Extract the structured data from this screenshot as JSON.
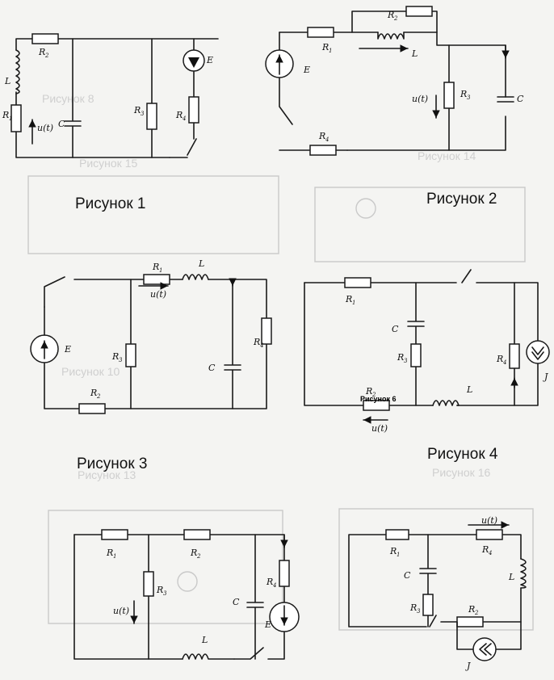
{
  "figures": [
    {
      "caption": "Рисунок 1",
      "labels": {
        "L": "L",
        "R1": "R",
        "R1s": "1",
        "R2": "R",
        "R2s": "2",
        "R3": "R",
        "R3s": "3",
        "R4": "R",
        "R4s": "4",
        "C": "C",
        "E": "E",
        "u": "u(t)"
      }
    },
    {
      "caption": "Рисунок 2",
      "labels": {
        "L": "L",
        "R1": "R",
        "R1s": "1",
        "R2": "R",
        "R2s": "2",
        "R3": "R",
        "R3s": "3",
        "R4": "R",
        "R4s": "4",
        "C": "C",
        "E": "E",
        "u": "u(t)"
      }
    },
    {
      "caption": "Рисунок 3",
      "labels": {
        "L": "L",
        "R1": "R",
        "R1s": "1",
        "R2": "R",
        "R2s": "2",
        "R3": "R",
        "R3s": "3",
        "R4": "R",
        "R4s": "4",
        "C": "C",
        "E": "E",
        "u": "u(t)"
      }
    },
    {
      "caption": "Рисунок 4",
      "labels": {
        "L": "L",
        "R1": "R",
        "R1s": "1",
        "R2": "R",
        "R2s": "2",
        "R3": "R",
        "R3s": "3",
        "R4": "R",
        "R4s": "4",
        "C": "C",
        "J": "J",
        "u": "u(t)",
        "overlay": "Рисунок 6"
      }
    },
    {
      "caption": "",
      "labels": {
        "L": "L",
        "R1": "R",
        "R1s": "1",
        "R2": "R",
        "R2s": "2",
        "R3": "R",
        "R3s": "3",
        "R4": "R",
        "R4s": "4",
        "C": "C",
        "E": "E",
        "u": "u(t)"
      }
    },
    {
      "caption": "",
      "labels": {
        "L": "L",
        "R1": "R",
        "R1s": "1",
        "R2": "R",
        "R2s": "2",
        "R3": "R",
        "R3s": "3",
        "R4": "R",
        "R4s": "4",
        "C": "C",
        "J": "J",
        "u": "u(t)"
      }
    }
  ],
  "bleed_through": [
    "Рисунок 8",
    "Рисунок 15",
    "Рисунок 14",
    "Рисунок 10",
    "Рисунок 13",
    "Рисунок 16"
  ]
}
